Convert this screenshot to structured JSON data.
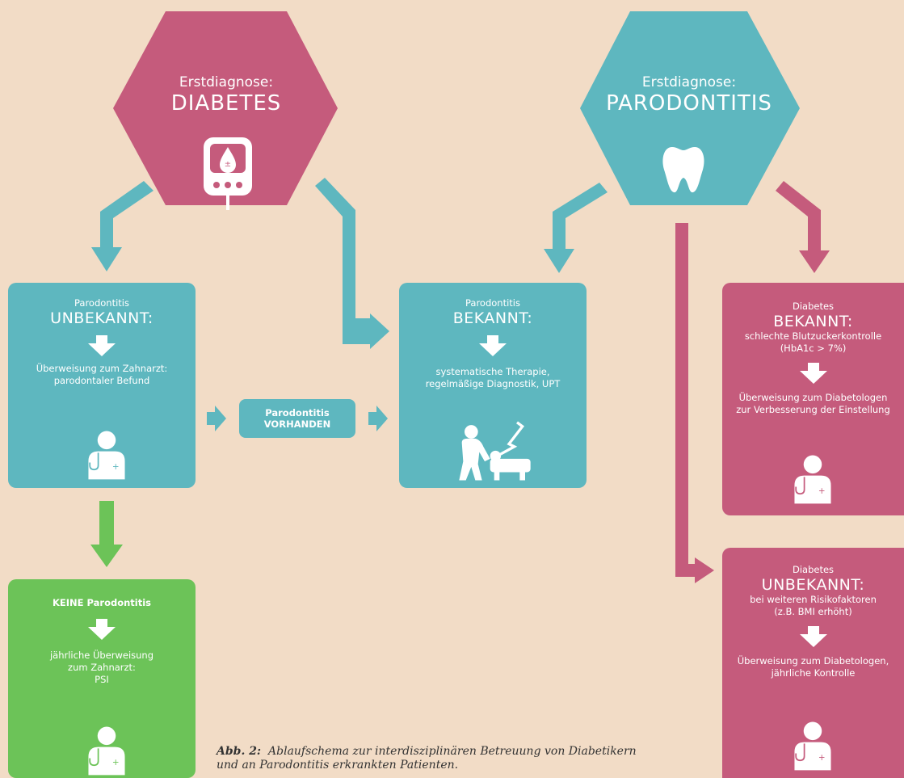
{
  "hex_diabetes": {
    "line1": "Erstdiagnose:",
    "line2": "DIABETES"
  },
  "hex_parodontitis": {
    "line1": "Erstdiagnose:",
    "line2": "PARODONTITIS"
  },
  "box_paro_unbekannt": {
    "line1": "Parodontitis",
    "line2": "UNBEKANNT:",
    "text1": "Überweisung zum Zahnarzt:",
    "text2": "parodontaler Befund"
  },
  "box_paro_bekannt": {
    "line1": "Parodontitis",
    "line2": "BEKANNT:",
    "text1": "systematische Therapie,",
    "text2": "regelmäßige Diagnostik, UPT"
  },
  "pill_vorhanden": {
    "line1": "Parodontitis",
    "line2": "VORHANDEN"
  },
  "box_keine": {
    "line1": "KEINE Parodontitis",
    "text1": "jährliche Überweisung",
    "text2": "zum Zahnarzt:",
    "text3": "PSI"
  },
  "box_diab_bekannt": {
    "line1": "Diabetes",
    "line2": "BEKANNT:",
    "text1": "schlechte Blutzuckerkontrolle",
    "text2": "(HbA1c > 7%)",
    "text3": "Überweisung zum Diabetologen",
    "text4": "zur Verbesserung der Einstellung"
  },
  "box_diab_unbekannt": {
    "line1": "Diabetes",
    "line2": "UNBEKANNT:",
    "text1": "bei weiteren Risikofaktoren",
    "text2": "(z.B. BMI erhöht)",
    "text3": "Überweisung zum Diabetologen,",
    "text4": "jährliche Kontrolle"
  },
  "caption": {
    "label": "Abb. 2:",
    "line1": "Ablaufschema zur interdisziplinären Betreuung von Diabetikern",
    "line2": "und an Parodontitis erkrankten Patienten."
  },
  "colors": {
    "teal": "#5eb7bf",
    "pink": "#c55b7c",
    "green": "#6cc358",
    "background": "#f2dcc6"
  },
  "icons": [
    "glucose-meter-icon",
    "tooth-icon",
    "doctor-icon",
    "dentist-treatment-icon",
    "down-arrow-icon"
  ]
}
